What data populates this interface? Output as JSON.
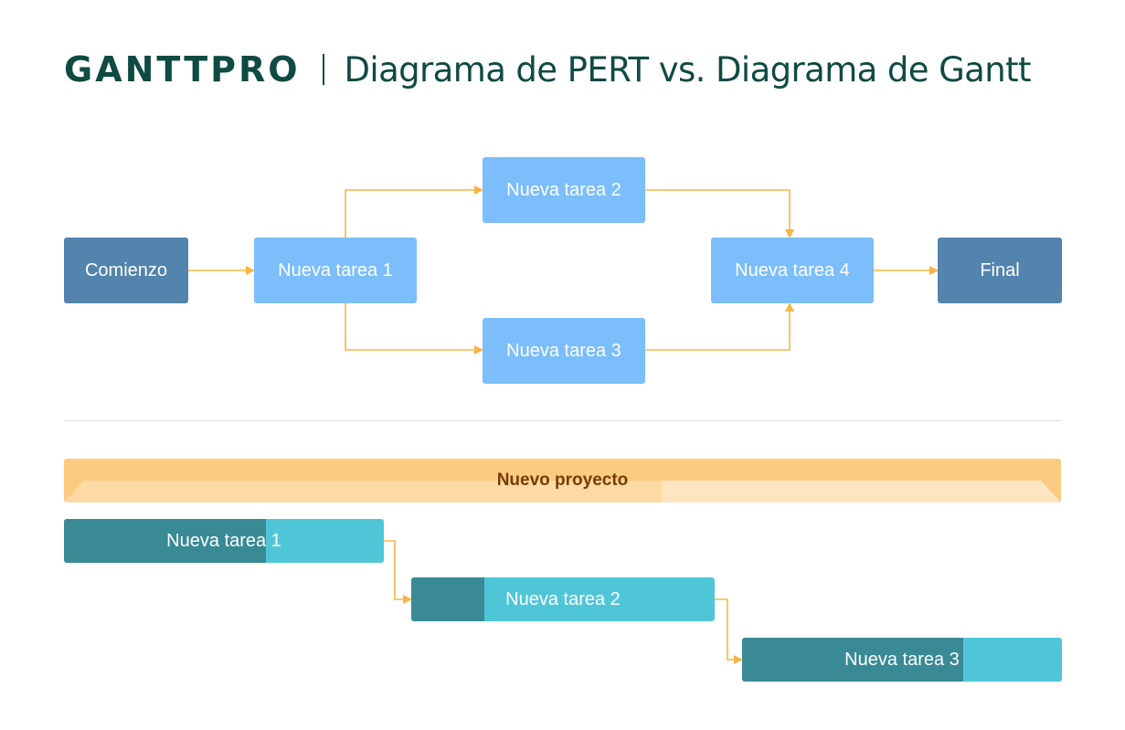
{
  "header": {
    "logo": "GANTTPRO",
    "title": "Diagrama de PERT vs. Diagrama de Gantt"
  },
  "pert": {
    "nodes": {
      "start": "Comienzo",
      "task1": "Nueva tarea 1",
      "task2": "Nueva tarea 2",
      "task3": "Nueva tarea 3",
      "task4": "Nueva tarea 4",
      "end": "Final"
    },
    "edges": [
      [
        "Comienzo",
        "Nueva tarea 1"
      ],
      [
        "Nueva tarea 1",
        "Nueva tarea 2"
      ],
      [
        "Nueva tarea 1",
        "Nueva tarea 3"
      ],
      [
        "Nueva tarea 2",
        "Nueva tarea 4"
      ],
      [
        "Nueva tarea 3",
        "Nueva tarea 4"
      ],
      [
        "Nueva tarea 4",
        "Final"
      ]
    ]
  },
  "gantt": {
    "project": {
      "label": "Nuevo proyecto",
      "progress": 0.6
    },
    "tasks": [
      {
        "label": "Nueva tarea 1",
        "progress": 0.63
      },
      {
        "label": "Nueva tarea 2",
        "progress": 0.24
      },
      {
        "label": "Nueva tarea 3",
        "progress": 0.69
      }
    ],
    "dependencies": [
      [
        "Nueva tarea 1",
        "Nueva tarea 2"
      ],
      [
        "Nueva tarea 2",
        "Nueva tarea 3"
      ]
    ]
  },
  "colors": {
    "brand": "#0f4a43",
    "pert_terminal": "#5284ad",
    "pert_task": "#7bbefb",
    "connector": "#f7b544",
    "project_bar": "#fccb82",
    "task_done": "#398a95",
    "task_remaining": "#4fc6d8",
    "project_label": "#7a3b06"
  }
}
